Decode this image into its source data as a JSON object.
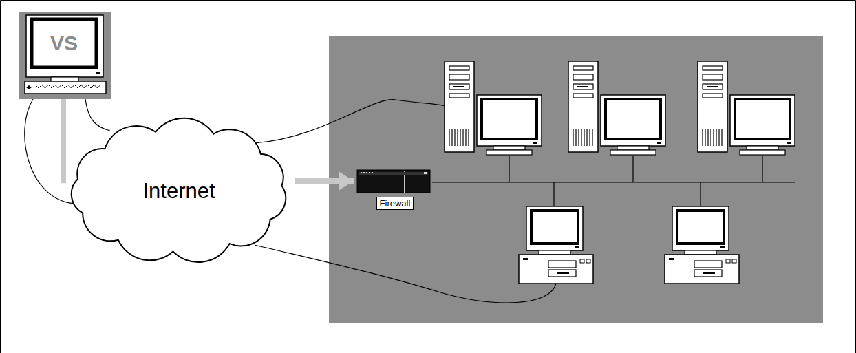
{
  "diagram": {
    "nodes": [
      {
        "text": [
          "VS"
        ]
      },
      {
        "text": [
          "Internet"
        ]
      },
      {
        "text": [
          "Firewall"
        ]
      }
    ],
    "edges": [
      {
        "from": 0,
        "to": 1,
        "arrow": "none"
      },
      {
        "from": 1,
        "to": 2,
        "arrow": "to"
      }
    ]
  }
}
